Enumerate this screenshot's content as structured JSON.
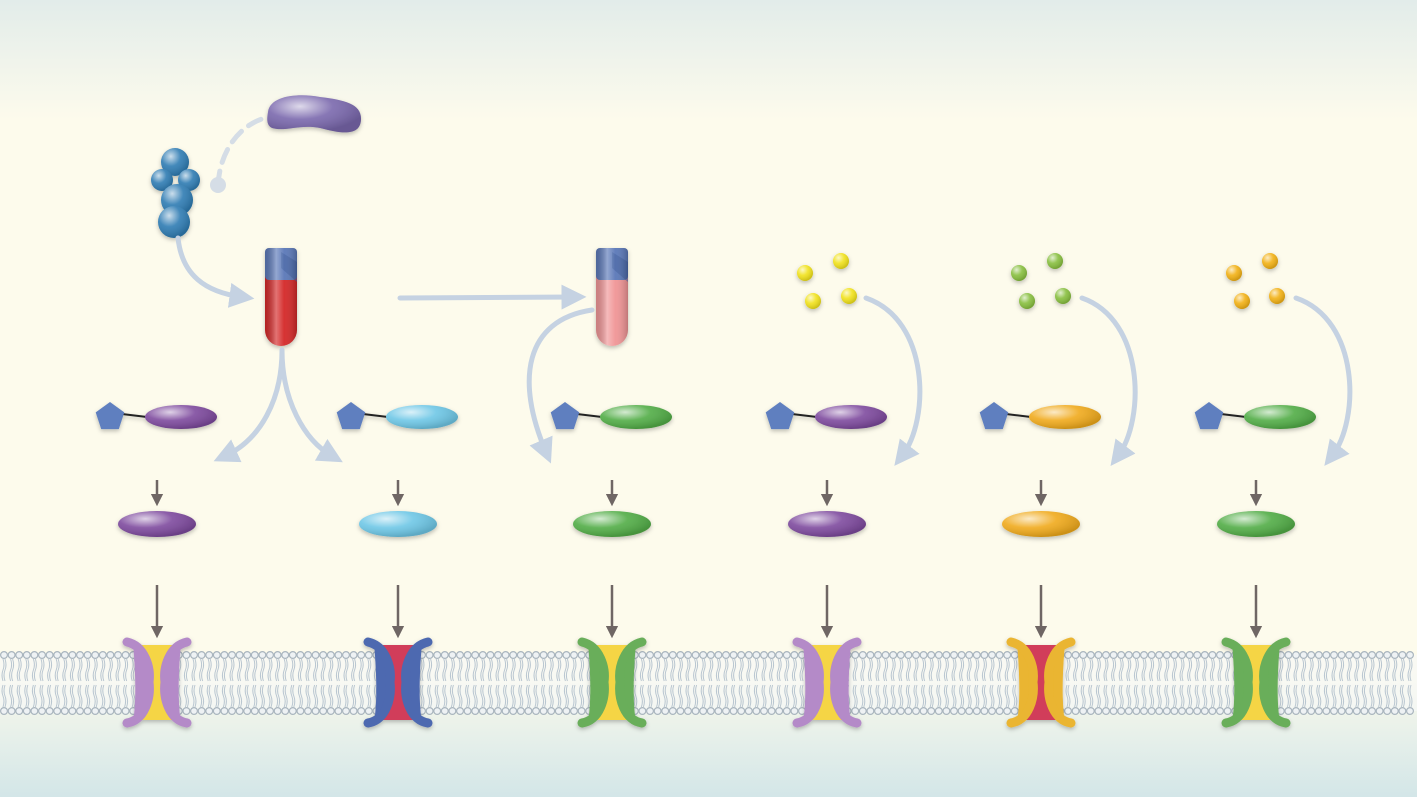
{
  "diagram": {
    "colors": {
      "bg_top": "#e2ecea",
      "bg_mid": "#fdfbec",
      "bg_bottom": "#d3e6e8",
      "arrow_light": "#c5d2e2",
      "arrow_dark": "#6f6664",
      "lipid_head": "#a9b5be",
      "lipid_tail": "#b9c6d0",
      "pentagon": "#5f7fbf",
      "tube_cap": "#5b78b8",
      "tube_red": "#d42828",
      "tube_pink": "#f09596",
      "bacterium": "#7a68ad",
      "beads": "#2f7cb3"
    },
    "tubes": [
      "red-tube",
      "pink-tube"
    ],
    "particle_clusters": [
      {
        "name": "yellow-particles",
        "color": "#f1e21c"
      },
      {
        "name": "green-particles",
        "color": "#88bf3f"
      },
      {
        "name": "orange-particles",
        "color": "#f2b115"
      }
    ],
    "columns": [
      {
        "name": "purple",
        "protein_color": "#7e4a9e",
        "channel_outer": "#b48ac8",
        "channel_inner": "#f5d544"
      },
      {
        "name": "cyan",
        "protein_color": "#6ec7e6",
        "channel_outer": "#4e69b0",
        "channel_inner": "#d13c5a"
      },
      {
        "name": "green",
        "protein_color": "#52ad47",
        "channel_outer": "#69ae5a",
        "channel_inner": "#f5d544"
      },
      {
        "name": "purple",
        "protein_color": "#7e4a9e",
        "channel_outer": "#b48ac8",
        "channel_inner": "#f5d544"
      },
      {
        "name": "orange",
        "protein_color": "#f0aa1c",
        "channel_outer": "#eab530",
        "channel_inner": "#d13c5a"
      },
      {
        "name": "green",
        "protein_color": "#52ad47",
        "channel_outer": "#69ae5a",
        "channel_inner": "#f5d544"
      }
    ]
  }
}
